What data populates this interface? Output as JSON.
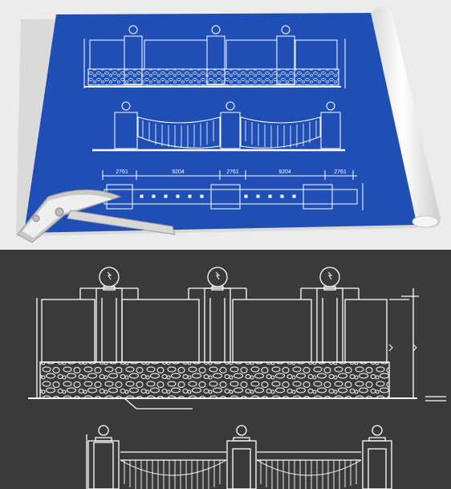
{
  "dimensions": {
    "segments": [
      "2761",
      "9204",
      "2761",
      "9204",
      "2761"
    ]
  },
  "colors": {
    "paper_blue": "#1f4fb5",
    "line_white": "#ffffff",
    "dark_background": "#3a3a3a",
    "studio_background": "#ececec"
  }
}
